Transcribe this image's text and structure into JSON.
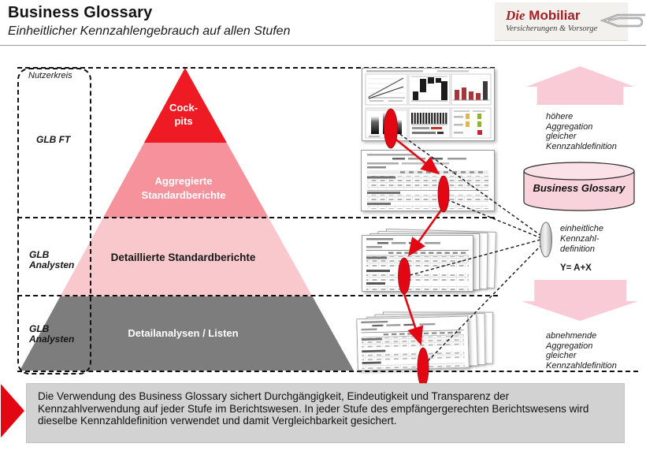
{
  "header": {
    "title": "Business Glossary",
    "subtitle": "Einheitlicher Kennzahlengebrauch auf allen Stufen",
    "logo": {
      "prefix": "Die",
      "name": "Mobiliar",
      "tagline": "Versicherungen & Vorsorge"
    }
  },
  "left_panel": {
    "column_title": "Nutzerkreis",
    "groups": [
      "GLB FT",
      "GLB\nAnalysten",
      "GLB\nAnalysten"
    ]
  },
  "pyramid": {
    "levels": [
      {
        "label": "Cock-\npits",
        "color": "#ee1b24"
      },
      {
        "label": "Aggregierte\nStandardberichte",
        "color": "#f5929b"
      },
      {
        "label": "Detaillierte Standardberichte",
        "color": "#f9c8cd"
      },
      {
        "label": "Detailanalysen / Listen",
        "color": "#7d7d7d"
      }
    ]
  },
  "right_panel": {
    "up_arrow_note": "höhere\nAggregation\ngleicher\nKennzahldefinition",
    "cylinder_label": "Business Glossary",
    "definition_note": "einheitliche\nKennzahl-\ndefinition",
    "formula": "Y= A+X",
    "down_arrow_note": "abnehmende\nAggregation\ngleicher\nKennzahldefinition"
  },
  "summary": {
    "text": "Die Verwendung des Business Glossary sichert Durchgängigkeit, Eindeutigkeit und Transparenz der Kennzahlverwendung auf jeder Stufe im Berichtswesen. In jeder Stufe des empfängergerechten Berichtswesens wird dieselbe Kennzahldefinition verwendet und damit Vergleichbarkeit gesichert.",
    "accent_color": "#e30613"
  }
}
